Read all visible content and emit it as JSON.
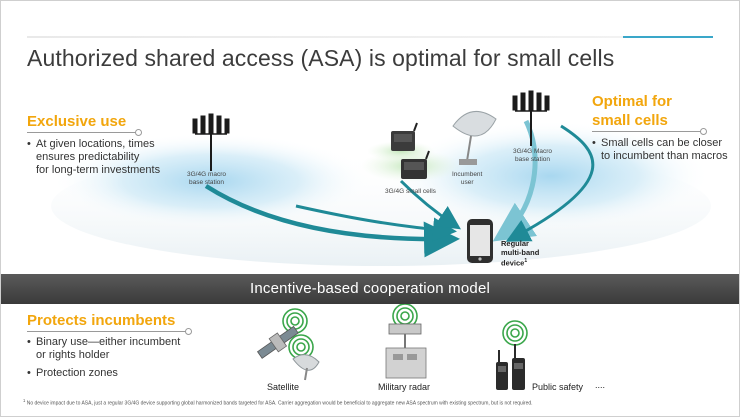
{
  "title": "Authorized shared access (ASA) is optimal for small cells",
  "exclusive": {
    "heading": "Exclusive use",
    "bullet": [
      "At given locations, times",
      "ensures predictability",
      "for long-term investments"
    ]
  },
  "optimal": {
    "heading_line1": "Optimal for",
    "heading_line2": "small cells",
    "bullet": [
      "Small cells can be closer",
      "to incumbent than macros"
    ]
  },
  "diagram": {
    "macro_left_line1": "3G/4G macro",
    "macro_left_line2": "base station",
    "small_cells": "3G/4G small cells",
    "incumbent_line1": "Incumbent",
    "incumbent_line2": "user",
    "macro_right_line1": "3G/4G Macro",
    "macro_right_line2": "base station",
    "device_line1": "Regular",
    "device_line2": "multi-band",
    "device_line3": "device",
    "device_sup": "1"
  },
  "band": {
    "text": "Incentive-based cooperation model"
  },
  "protects": {
    "heading": "Protects incumbents",
    "bullet1": [
      "Binary use—either incumbent",
      "or rights holder"
    ],
    "bullet2": "Protection zones"
  },
  "captions": {
    "satellite": "Satellite",
    "radar": "Military radar",
    "safety": "Public safety",
    "more": "...."
  },
  "footnote": "No device impact due to ASA, just a regular 3G/4G device supporting global harmonized bands targeted for ASA. Carrier aggregation would be beneficial to aggregate new ASA spectrum with existing spectrum, but is not required.",
  "footnote_mark": "1",
  "colors": {
    "accent": "#f2a60d",
    "teal": "#1f8a97",
    "band": "#474747",
    "light_blue": "#cfe9f5",
    "green_signal": "#3aa64a"
  }
}
